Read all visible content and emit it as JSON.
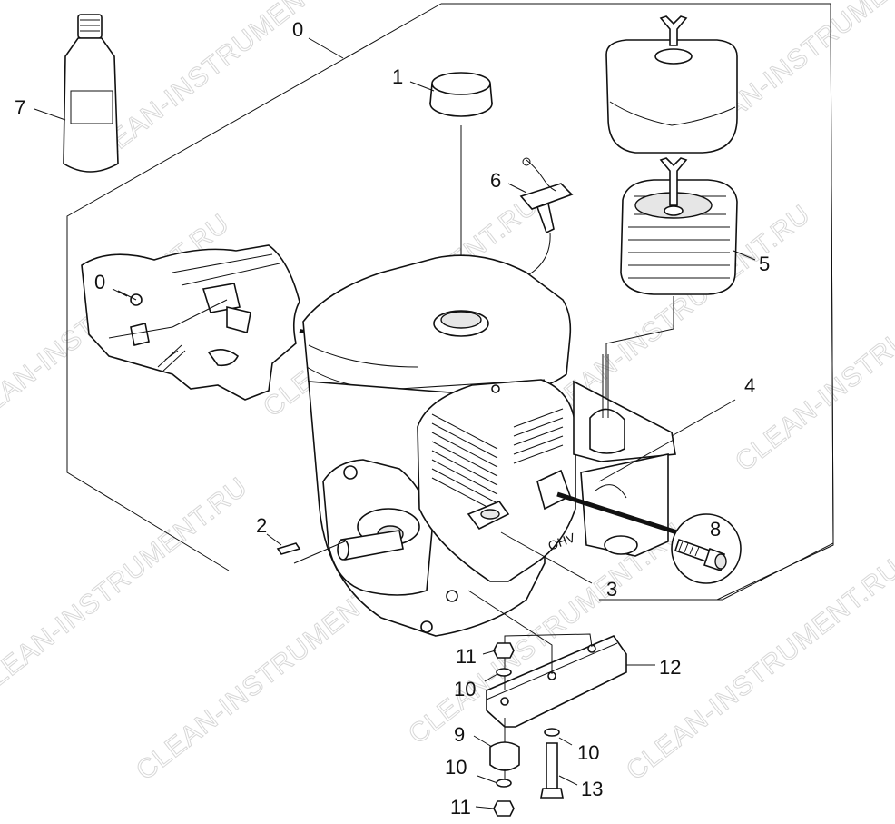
{
  "watermark": "CLEAN-INSTRUMENT.RU",
  "callouts": {
    "c0_top": "0",
    "c0_inset": "0",
    "c1": "1",
    "c2": "2",
    "c3": "3",
    "c4": "4",
    "c5": "5",
    "c6": "6",
    "c7": "7",
    "c8": "8",
    "c9": "9",
    "c10_a": "10",
    "c10_b": "10",
    "c10_c": "10",
    "c11_a": "11",
    "c11_b": "11",
    "c12": "12",
    "c13": "13"
  },
  "engine_label": "OHV"
}
